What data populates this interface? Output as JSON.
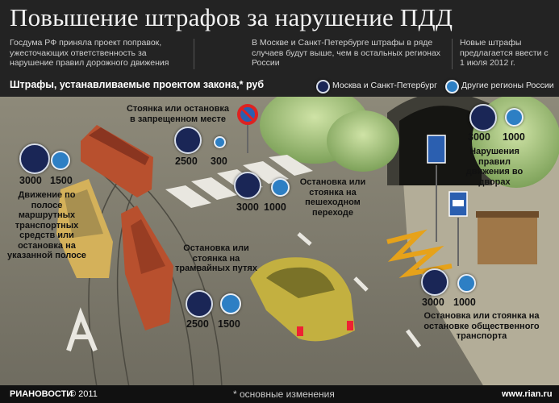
{
  "header": {
    "title": "Повышение штрафов за нарушение ПДД",
    "subtitle_left": "Госдума РФ приняла проект поправок, ужесточающих ответственность за нарушение правил дорожного движения",
    "subtitle_mid": "В Москве и Санкт-Петербурге штрафы в ряде случаев будут выше, чем в остальных регионах России",
    "subtitle_right": "Новые штрафы предлагается ввести с 1 июля 2012 г."
  },
  "legend": {
    "title": "Штрафы, устанавливаемые проектом закона,* руб",
    "moscow_spb": "Москва и Санкт-Петербург",
    "other_regions": "Другие регионы России"
  },
  "colors": {
    "moscow_spb": "#1a2656",
    "other_regions": "#2d7fc4"
  },
  "fines": [
    {
      "label": "Стоянка или остановка в запрещенном месте",
      "moscow_spb": "2500",
      "other": "300"
    },
    {
      "label": "Нарушения правил движения во дворах",
      "moscow_spb": "3000",
      "other": "1000"
    },
    {
      "label": "Движение по полосе маршрутных транспортных средств или остановка на указанной полосе",
      "moscow_spb": "3000",
      "other": "1500"
    },
    {
      "label": "Остановка или стоянка на пешеходном переходе",
      "moscow_spb": "3000",
      "other": "1000"
    },
    {
      "label": "Остановка или стоянка на трамвайных путях",
      "moscow_spb": "2500",
      "other": "1500"
    },
    {
      "label": "Остановка или стоянка на остановке общественного транспорта",
      "moscow_spb": "3000",
      "other": "1000"
    }
  ],
  "footer": {
    "logo": "РИАНОВОСТИ",
    "copyright": "© 2011",
    "note": "* основные изменения",
    "site": "www.rian.ru"
  }
}
